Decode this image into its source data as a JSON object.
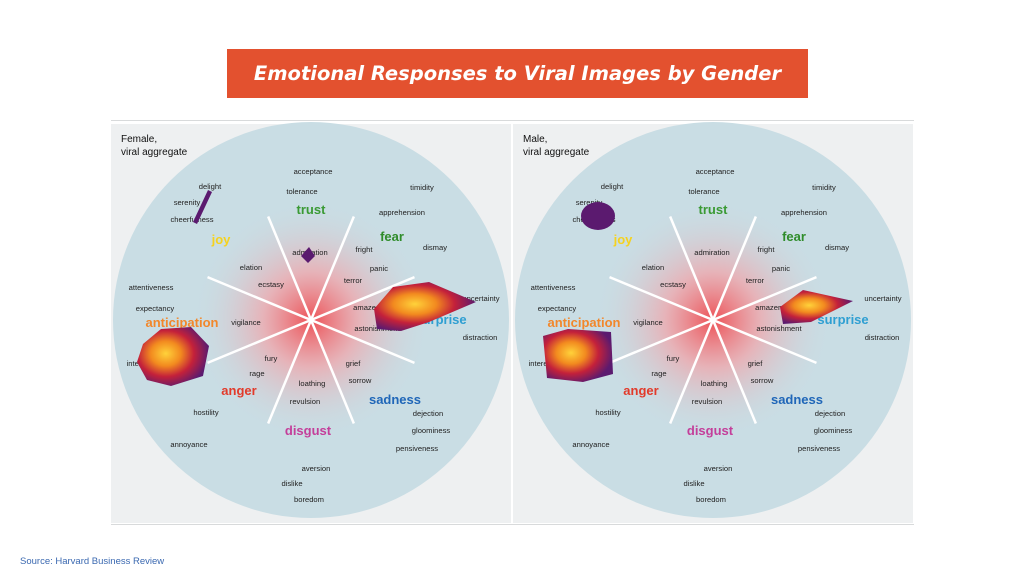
{
  "title": "Emotional Responses to Viral Images by Gender",
  "source": "Source: Harvard Business Review",
  "colors": {
    "banner": "#e3512f",
    "wheel": "#c9dde4",
    "core": "#ef4a4f",
    "joy": "#f5d21f",
    "trust": "#3a9a34",
    "fear": "#2f8c2a",
    "surprise": "#2f9fd2",
    "sadness": "#1f66b8",
    "disgust": "#c43e9a",
    "anger": "#e23a2a",
    "anticipation": "#f2872a",
    "blob_outer": "#5b1a6f",
    "blob_inner": "#ffd23a"
  },
  "wheel": {
    "emotions": [
      {
        "key": "joy",
        "label": "joy"
      },
      {
        "key": "trust",
        "label": "trust"
      },
      {
        "key": "fear",
        "label": "fear"
      },
      {
        "key": "surprise",
        "label": "surprise"
      },
      {
        "key": "sadness",
        "label": "sadness"
      },
      {
        "key": "disgust",
        "label": "disgust"
      },
      {
        "key": "anger",
        "label": "anger"
      },
      {
        "key": "anticipation",
        "label": "anticipation"
      }
    ],
    "terms": [
      "acceptance",
      "tolerance",
      "admiration",
      "timidity",
      "apprehension",
      "fright",
      "dismay",
      "panic",
      "terror",
      "delight",
      "serenity",
      "cheerfulness",
      "elation",
      "ecstasy",
      "attentiveness",
      "expectancy",
      "vigilance",
      "interest",
      "uncertainty",
      "amazement",
      "astonishment",
      "distraction",
      "fury",
      "rage",
      "hostility",
      "annoyance",
      "grief",
      "sorrow",
      "dejection",
      "gloominess",
      "pensiveness",
      "loathing",
      "revulsion",
      "aversion",
      "dislike",
      "boredom"
    ]
  },
  "panels": [
    {
      "key": "female",
      "heading_line1": "Female,",
      "heading_line2": "viral aggregate"
    },
    {
      "key": "male",
      "heading_line1": "Male,",
      "heading_line2": "viral aggregate"
    }
  ]
}
